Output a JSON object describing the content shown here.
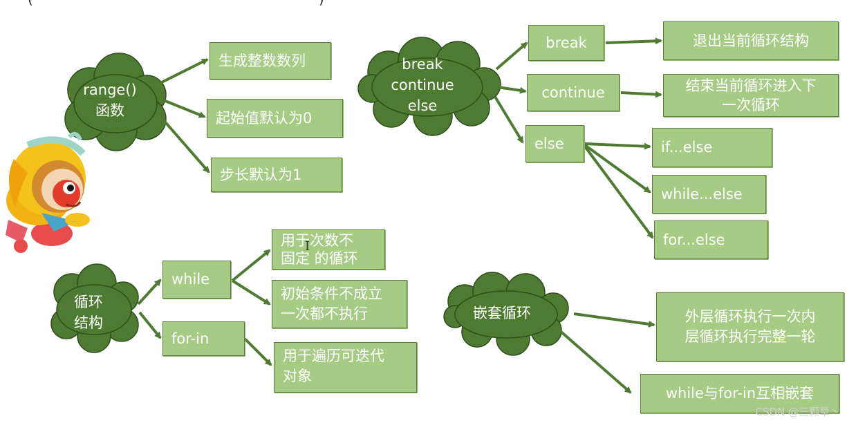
{
  "range_group": {
    "cloud": [
      "range()",
      "函数"
    ],
    "items": [
      "生成整数数列",
      "起始值默认为0",
      "步长默认为1"
    ]
  },
  "control_group": {
    "cloud": [
      "break",
      "continue",
      "else"
    ],
    "break": {
      "label": "break",
      "desc": "退出当前循环结构"
    },
    "continue": {
      "label": "continue",
      "desc": [
        "结束当前循环进入下",
        "一次循环"
      ]
    },
    "else": {
      "label": "else",
      "items": [
        "if...else",
        "while...else",
        "for...else"
      ]
    }
  },
  "loop_group": {
    "cloud": [
      "循环",
      "结构"
    ],
    "while": {
      "label": "while",
      "items": [
        [
          "用于次数不",
          "固定 的循环"
        ],
        [
          "初始条件不成立",
          "一次都不执行"
        ]
      ]
    },
    "for_in": {
      "label": "for-in",
      "desc": [
        "用于遍历可迭代",
        "对象"
      ]
    }
  },
  "nested_group": {
    "cloud": "嵌套循环",
    "items": [
      [
        "外层循环执行一次内",
        "层循环执行完整一轮"
      ],
      "while与for-in互相嵌套"
    ]
  },
  "watermark": "CSDN @三颗草丶",
  "colors": {
    "cloud": "#4e7a31",
    "box": "#a6cb84",
    "arrow": "#4f7a32"
  }
}
